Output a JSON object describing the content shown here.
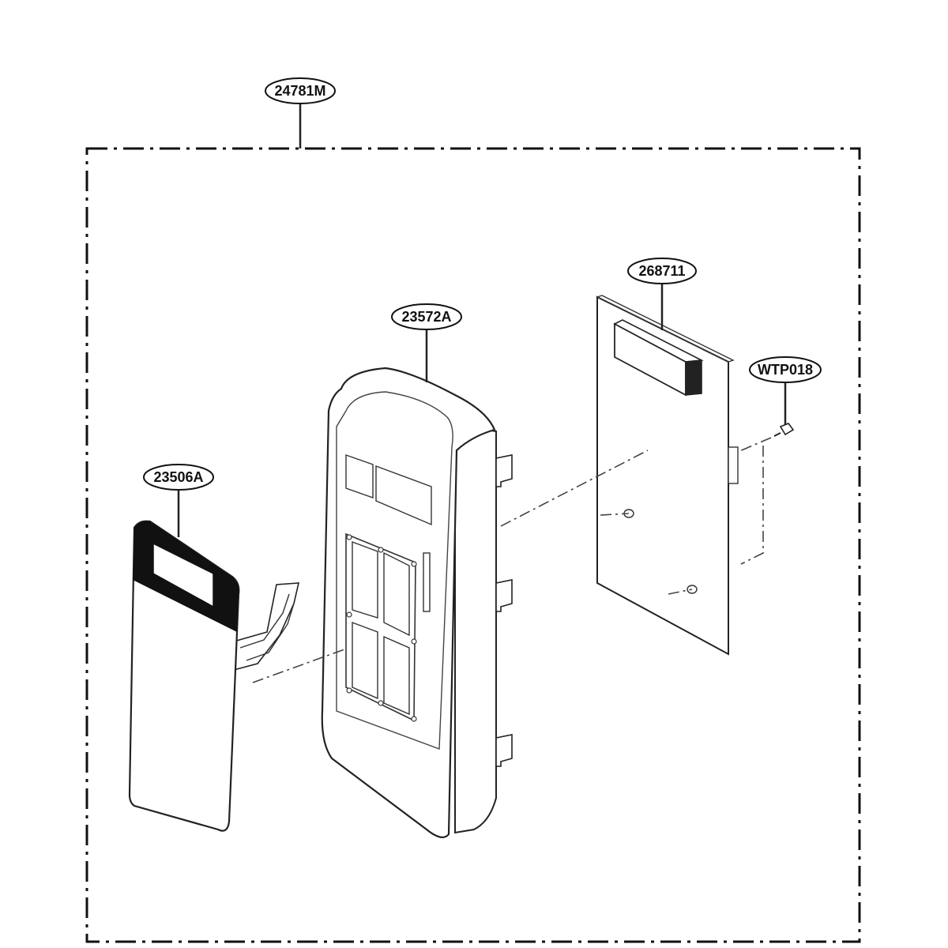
{
  "parts": {
    "assembly": "24781M",
    "circuit_board": "268711",
    "control_panel": "23572A",
    "screw": "WTP018",
    "membrane_switch": "23506A"
  }
}
